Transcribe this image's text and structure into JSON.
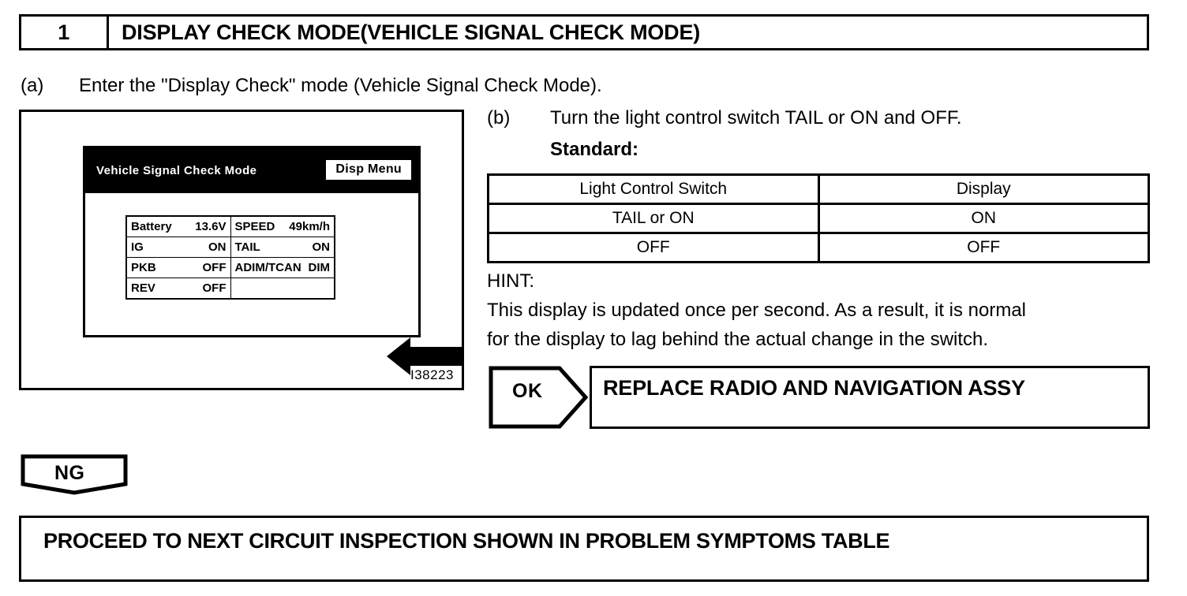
{
  "step": {
    "number": "1",
    "title": "DISPLAY CHECK MODE(VEHICLE SIGNAL CHECK MODE)"
  },
  "instructions": {
    "a_marker": "(a)",
    "a_text": "Enter the \"Display Check\" mode (Vehicle Signal Check Mode).",
    "b_marker": "(b)",
    "b_text": "Turn the light control switch TAIL or ON and OFF.",
    "standard_label": "Standard:"
  },
  "illustration": {
    "figure_id": "I38223",
    "screen": {
      "title": "Vehicle Signal Check Mode",
      "menu_button": "Disp Menu",
      "rows": [
        {
          "left_label": "Battery",
          "left_value": "13.6V",
          "right_label": "SPEED",
          "right_value": "49km/h"
        },
        {
          "left_label": "IG",
          "left_value": "ON",
          "right_label": "TAIL",
          "right_value": "ON"
        },
        {
          "left_label": "PKB",
          "left_value": "OFF",
          "right_label": "ADIM/TCAN",
          "right_value": "DIM"
        },
        {
          "left_label": "REV",
          "left_value": "OFF",
          "right_label": "",
          "right_value": ""
        }
      ]
    },
    "pointer_target": "TAIL"
  },
  "standard_table": {
    "headers": [
      "Light Control Switch",
      "Display"
    ],
    "rows": [
      [
        "TAIL or ON",
        "ON"
      ],
      [
        "OFF",
        "OFF"
      ]
    ]
  },
  "hint": {
    "label": "HINT:",
    "line1": "This display is updated once per second. As a result, it is normal",
    "line2": "for the display to lag behind the actual change in the switch."
  },
  "results": {
    "ok_tag": "OK",
    "ok_action": "REPLACE RADIO AND NAVIGATION ASSY",
    "ng_tag": "NG",
    "ng_action": "PROCEED TO NEXT CIRCUIT INSPECTION SHOWN IN PROBLEM SYMPTOMS TABLE"
  },
  "colors": {
    "ink": "#000000",
    "paper": "#ffffff"
  }
}
